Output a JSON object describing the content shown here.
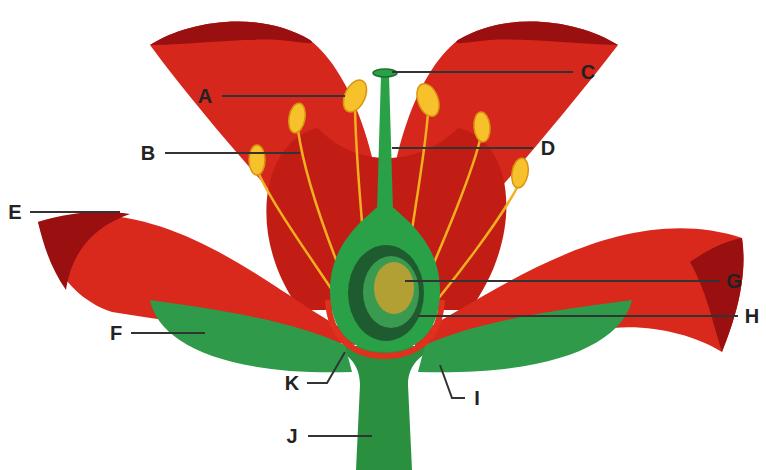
{
  "diagram": {
    "labels": [
      "A",
      "B",
      "C",
      "D",
      "E",
      "F",
      "G",
      "H",
      "I",
      "J",
      "K"
    ]
  }
}
